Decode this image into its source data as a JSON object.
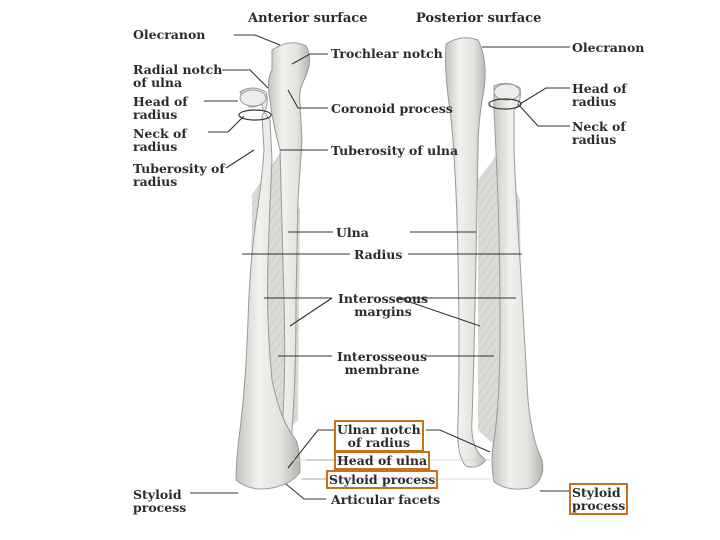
{
  "headers": {
    "anterior": "Anterior surface",
    "posterior": "Posterior surface"
  },
  "labels": {
    "olecranon_left": "Olecranon",
    "radial_notch": [
      "Radial notch",
      "of ulna"
    ],
    "head_of_radius_left": [
      "Head of",
      "radius"
    ],
    "neck_of_radius_left": [
      "Neck of",
      "radius"
    ],
    "tuberosity_of_radius": [
      "Tuberosity of",
      "radius"
    ],
    "trochlear_notch": "Trochlear notch",
    "coronoid_process": "Coronoid process",
    "tuberosity_of_ulna": "Tuberosity of ulna",
    "ulna": "Ulna",
    "radius": "Radius",
    "interosseous_margins": [
      "Interosseous",
      "margins"
    ],
    "interosseous_membrane": [
      "Interosseous",
      "membrane"
    ],
    "ulnar_notch": [
      "Ulnar notch",
      "of radius"
    ],
    "head_of_ulna": "Head of ulna",
    "styloid_process_center": "Styloid process",
    "articular_facets": "Articular facets",
    "styloid_process_left": [
      "Styloid",
      "process"
    ],
    "olecranon_right": "Olecranon",
    "head_of_radius_right": [
      "Head of",
      "radius"
    ],
    "neck_of_radius_right": [
      "Neck of",
      "radius"
    ],
    "styloid_process_right": [
      "Styloid",
      "process"
    ]
  },
  "colors": {
    "highlight_box": "#c9701c",
    "bone": "#e6e6e2",
    "bone_shadow": "#b9b9b4",
    "membrane": "#cfcfca",
    "leader_line": "#333333",
    "text": "#2b2b2b"
  }
}
